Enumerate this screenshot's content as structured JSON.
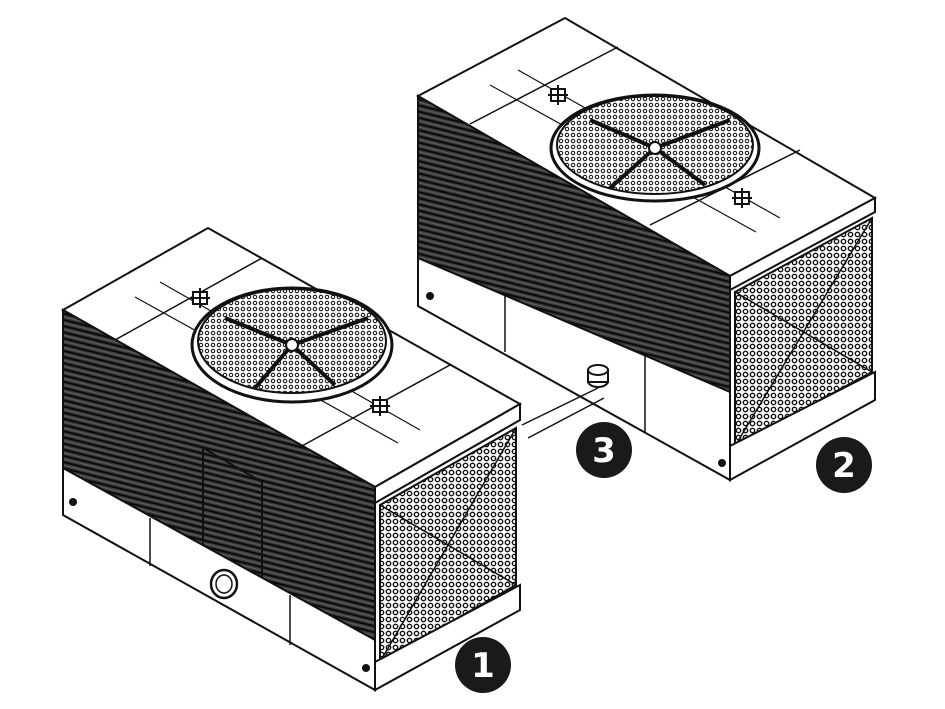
{
  "diagram": {
    "colors": {
      "ink": "#111111",
      "louver": "#2a2a2a",
      "panel": "#ffffff",
      "badge": "#1a1a1a",
      "badge_text": "#ffffff"
    },
    "units": [
      {
        "id": "unit-1",
        "callout": "1"
      },
      {
        "id": "unit-2",
        "callout": "2"
      }
    ],
    "connector": {
      "callout": "3"
    }
  }
}
